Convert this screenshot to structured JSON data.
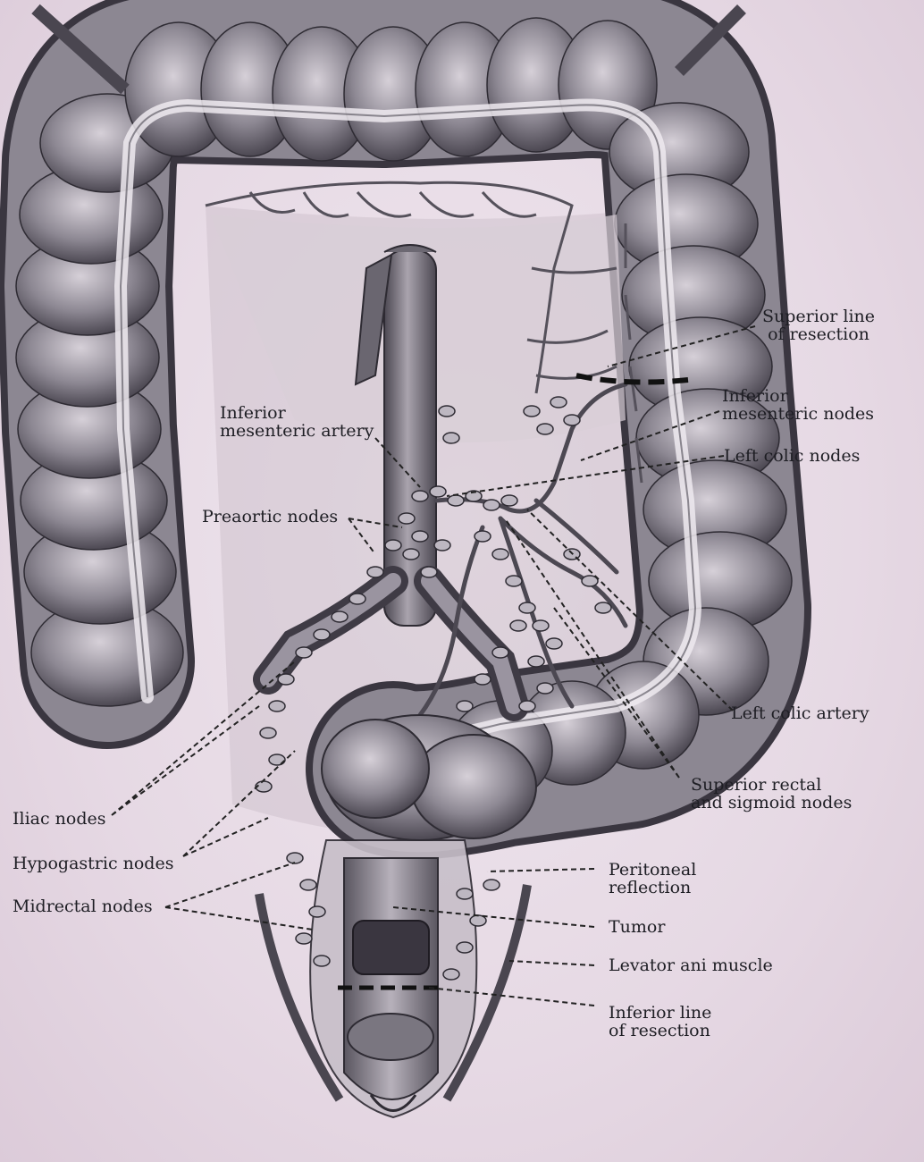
{
  "labels": {
    "superior_line": [
      "Superior line",
      "of resection"
    ],
    "inferior_mesenteric_nodes": [
      "Inferior",
      "mesenteric nodes"
    ],
    "left_colic_nodes": "Left colic nodes",
    "inferior_mesenteric_artery": [
      "Inferior",
      "mesenteric artery"
    ],
    "preaortic_nodes": "Preaortic nodes",
    "left_colic_artery": "Left colic artery",
    "superior_rectal_sigmoid_nodes": [
      "Superior rectal",
      "and sigmoid nodes"
    ],
    "iliac_nodes": "Iliac nodes",
    "hypogastric_nodes": "Hypogastric nodes",
    "midrectal_nodes": "Midrectal nodes",
    "peritoneal_reflection": [
      "Peritoneal",
      "reflection"
    ],
    "tumor": "Tumor",
    "levator_ani_muscle": "Levator ani muscle",
    "inferior_line": [
      "Inferior line",
      "of resection"
    ]
  },
  "colors": {
    "background": "#e8dde6",
    "tissue": "#8a8590",
    "tissue_dark": "#4a4650",
    "vessel": "#5c5864",
    "node": "#b8b2bc",
    "text": "#1e1e24"
  }
}
